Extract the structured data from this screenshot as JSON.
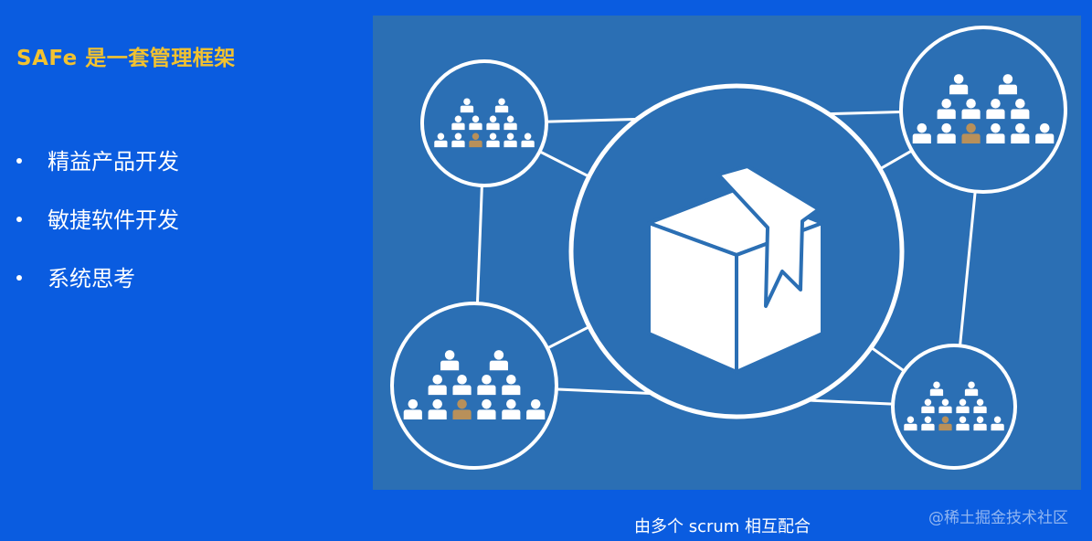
{
  "slide": {
    "title": "SAFe 是一套管理框架",
    "bullets": [
      {
        "text": "精益产品开发"
      },
      {
        "text": "敏捷软件开发"
      },
      {
        "text": "系统思考"
      }
    ]
  },
  "diagram": {
    "caption": "由多个 scrum 相互配合",
    "center_icon": "package-box-icon",
    "team_icon": "people-group-icon",
    "teams": [
      {
        "rows": [
          2,
          4,
          6
        ]
      },
      {
        "rows": [
          2,
          4,
          6
        ]
      },
      {
        "rows": [
          2,
          4,
          6
        ]
      },
      {
        "rows": [
          2,
          4,
          6
        ]
      }
    ]
  },
  "watermark": "@稀土掘金技术社区",
  "colors": {
    "background": "#0a5ce0",
    "panel": "#2b6fb4",
    "title": "#f2c230",
    "highlight_person": "#b8905a"
  }
}
